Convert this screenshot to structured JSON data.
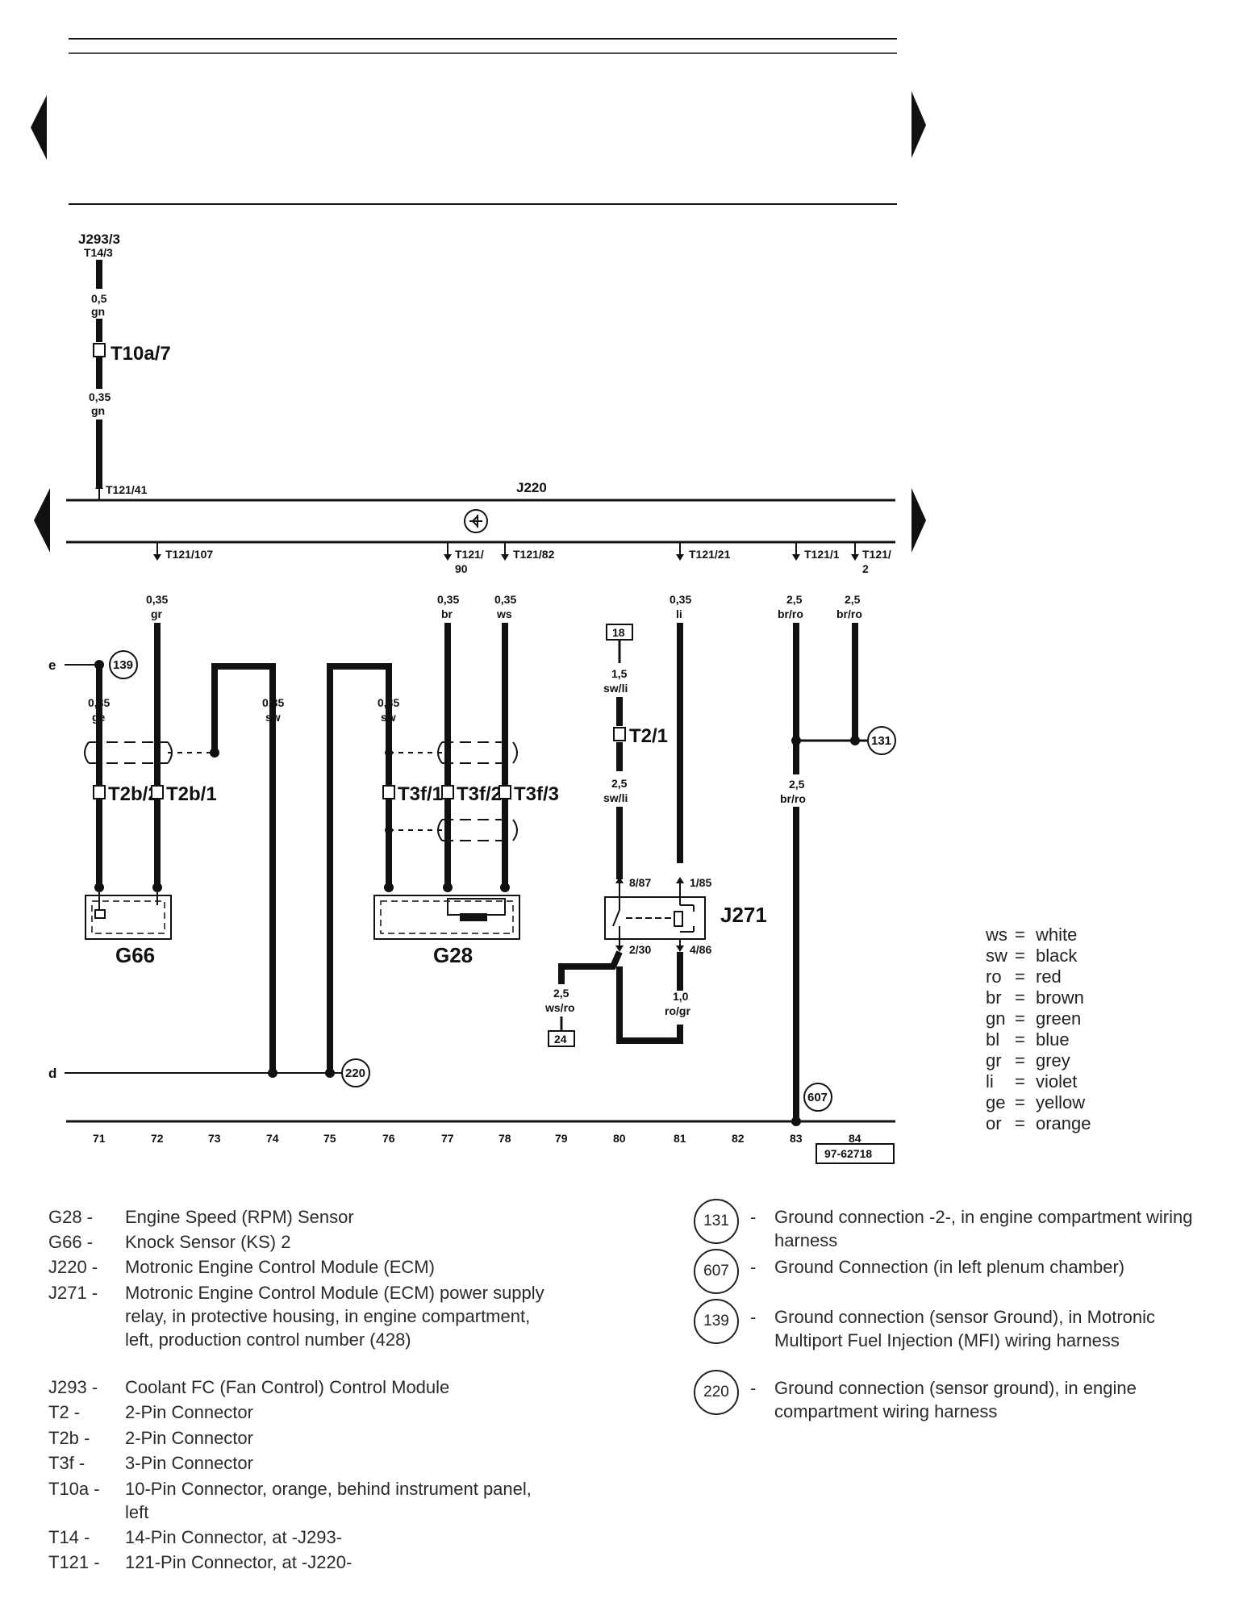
{
  "wires": {
    "j293_ref": "J293/3",
    "t14_ref": "T14/3",
    "w1_size": "0,5",
    "w1_color": "gn",
    "t10a_label": "T10a/7",
    "w2_size": "0,35",
    "w2_color": "gn",
    "pin_t121_41": "T121/41",
    "module_j220": "J220",
    "pin_t121_107": "T121/107",
    "pin_t121_90_a": "T121/",
    "pin_t121_90_b": "90",
    "pin_t121_82": "T121/82",
    "pin_t121_21": "T121/21",
    "pin_t121_1": "T121/1",
    "pin_t121_2_a": "T121/",
    "pin_t121_2_b": "2",
    "c72_size": "0,35",
    "c72_color": "gr",
    "c77_size": "0,35",
    "c77_color": "br",
    "c78_size": "0,35",
    "c78_color": "ws",
    "c81_size": "0,35",
    "c81_color": "li",
    "c83_size": "2,5",
    "c83_color": "br/ro",
    "c84_size": "2,5",
    "c84_color": "br/ro",
    "letter_e": "e",
    "letter_d": "d",
    "c71_size": "0,35",
    "c71_color": "ge",
    "c74_size": "0,35",
    "c74_color": "sw",
    "c76_size": "0,35",
    "c76_color": "sw",
    "box18": "18",
    "c80a_size": "1,5",
    "c80a_color": "sw/li",
    "t2_label": "T2/1",
    "c80b_size": "2,5",
    "c80b_color": "sw/li",
    "c83b_size": "2,5",
    "c83b_color": "br/ro",
    "t2b2": "T2b/2",
    "t2b1": "T2b/1",
    "t3f1": "T3f/1",
    "t3f2": "T3f/2",
    "t3f3": "T3f/3",
    "p887": "8/87",
    "p185": "1/85",
    "p230": "2/30",
    "p486": "4/86",
    "j271_label": "J271",
    "g66_label": "G66",
    "g28_label": "G28",
    "c79_size": "2,5",
    "c79_color": "ws/ro",
    "box24": "24",
    "c81b_size": "1,0",
    "c81b_color": "ro/gr",
    "gnd139": "139",
    "gnd131": "131",
    "gnd220": "220",
    "gnd607": "607",
    "figure_number": "97-62718"
  },
  "columns": [
    "71",
    "72",
    "73",
    "74",
    "75",
    "76",
    "77",
    "78",
    "79",
    "80",
    "81",
    "82",
    "83",
    "84"
  ],
  "color_codes": [
    {
      "code": "ws",
      "name": "white"
    },
    {
      "code": "sw",
      "name": "black"
    },
    {
      "code": "ro",
      "name": "red"
    },
    {
      "code": "br",
      "name": "brown"
    },
    {
      "code": "gn",
      "name": "green"
    },
    {
      "code": "bl",
      "name": "blue"
    },
    {
      "code": "gr",
      "name": "grey"
    },
    {
      "code": "li",
      "name": "violet"
    },
    {
      "code": "ge",
      "name": "yellow"
    },
    {
      "code": "or",
      "name": "orange"
    }
  ],
  "components": [
    {
      "code": "G28 -",
      "desc": "Engine Speed (RPM) Sensor"
    },
    {
      "code": "G66  -",
      "desc": "Knock Sensor (KS) 2"
    },
    {
      "code": "J220 -",
      "desc": "Motronic Engine Control Module (ECM)"
    },
    {
      "code": "J271 -",
      "desc": "Motronic Engine Control Module (ECM) power supply relay, in protective housing, in engine compartment, left, production control number (428)"
    },
    {
      "code": "J293 -",
      "desc": "Coolant FC (Fan Control) Control Module"
    },
    {
      "code": "T2    -",
      "desc": "2-Pin Connector"
    },
    {
      "code": "T2b   -",
      "desc": "2-Pin Connector"
    },
    {
      "code": "T3f   -",
      "desc": "3-Pin Connector"
    },
    {
      "code": "T10a -",
      "desc": "10-Pin Connector, orange, behind instrument panel, left"
    },
    {
      "code": "T14   -",
      "desc": "14-Pin Connector, at -J293-"
    },
    {
      "code": "T121 -",
      "desc": "121-Pin Connector, at -J220-"
    }
  ],
  "grounds": [
    {
      "num": "131",
      "desc": "Ground connection -2-, in engine compartment wiring harness"
    },
    {
      "num": "607",
      "desc": "Ground Connection (in left plenum chamber)"
    },
    {
      "num": "139",
      "desc": "Ground connection (sensor Ground), in Motronic Multiport Fuel Injection (MFI) wiring harness"
    },
    {
      "num": "220",
      "desc": "Ground connection (sensor ground), in engine compartment wiring harness"
    }
  ]
}
